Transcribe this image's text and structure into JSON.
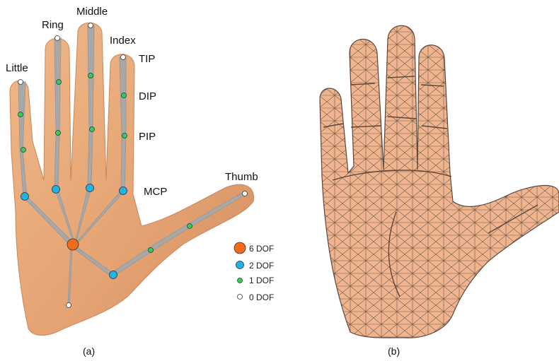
{
  "panel_a": {
    "finger_labels": {
      "little": "Little",
      "ring": "Ring",
      "middle": "Middle",
      "index": "Index",
      "thumb": "Thumb"
    },
    "joint_labels": {
      "tip": "TIP",
      "dip": "DIP",
      "pip": "PIP",
      "mcp": "MCP"
    },
    "legend": [
      {
        "label": "6 DOF",
        "color": "#f26a1b"
      },
      {
        "label": "2 DOF",
        "color": "#1fb3e6"
      },
      {
        "label": "1 DOF",
        "color": "#2fd15a"
      },
      {
        "label": "0 DOF",
        "color": "#ffffff"
      }
    ],
    "caption": "(a)"
  },
  "panel_b": {
    "caption": "(b)"
  },
  "colors": {
    "skin": "#e8a877",
    "skin_shadow": "#c98657",
    "bone": "#9a9a9a",
    "mesh_line": "#6e5848",
    "mesh_fill": "#f0b58f"
  }
}
